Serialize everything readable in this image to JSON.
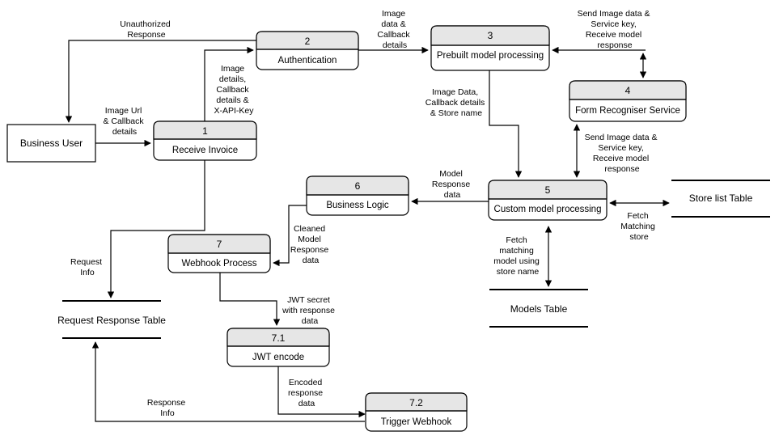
{
  "external": {
    "business_user": "Business User"
  },
  "processes": {
    "p1": {
      "number": "1",
      "name": "Receive Invoice"
    },
    "p2": {
      "number": "2",
      "name": "Authentication"
    },
    "p3": {
      "number": "3",
      "name": "Prebuilt model processing"
    },
    "p4": {
      "number": "4",
      "name": "Form Recogniser Service"
    },
    "p5": {
      "number": "5",
      "name": "Custom model processing"
    },
    "p6": {
      "number": "6",
      "name": "Business Logic"
    },
    "p7": {
      "number": "7",
      "name": "Webhook Process"
    },
    "p71": {
      "number": "7.1",
      "name": "JWT encode"
    },
    "p72": {
      "number": "7.2",
      "name": "Trigger Webhook"
    }
  },
  "stores": {
    "store_list": "Store list Table",
    "models": "Models Table",
    "request_response": "Request Response Table"
  },
  "flows": {
    "unauthorized": [
      "Unauthorized",
      "Response"
    ],
    "image_url": [
      "Image Url",
      "& Callback",
      "details"
    ],
    "image_details": [
      "Image",
      "details,",
      "Callback",
      "details &",
      "X-API-Key"
    ],
    "image_data_callback": [
      "Image",
      "data &",
      "Callback",
      "details"
    ],
    "send_image_top": [
      "Send Image data &",
      "Service key,",
      "Receive model",
      "response"
    ],
    "image_data_store": [
      "Image Data,",
      "Callback details",
      "& Store name"
    ],
    "send_image_mid": [
      "Send Image data &",
      "Service key,",
      "Receive model",
      "response"
    ],
    "model_response": [
      "Model",
      "Response",
      "data"
    ],
    "fetch_matching_store": [
      "Fetch",
      "Matching",
      "store"
    ],
    "fetch_matching_model": [
      "Fetch",
      "matching",
      "model using",
      "store name"
    ],
    "cleaned_model": [
      "Cleaned",
      "Model",
      "Response",
      "data"
    ],
    "request_info": [
      "Request",
      "Info"
    ],
    "jwt_secret": [
      "JWT secret",
      "with response",
      "data"
    ],
    "encoded_response": [
      "Encoded",
      "response",
      "data"
    ],
    "response_info": [
      "Response",
      "Info"
    ]
  }
}
